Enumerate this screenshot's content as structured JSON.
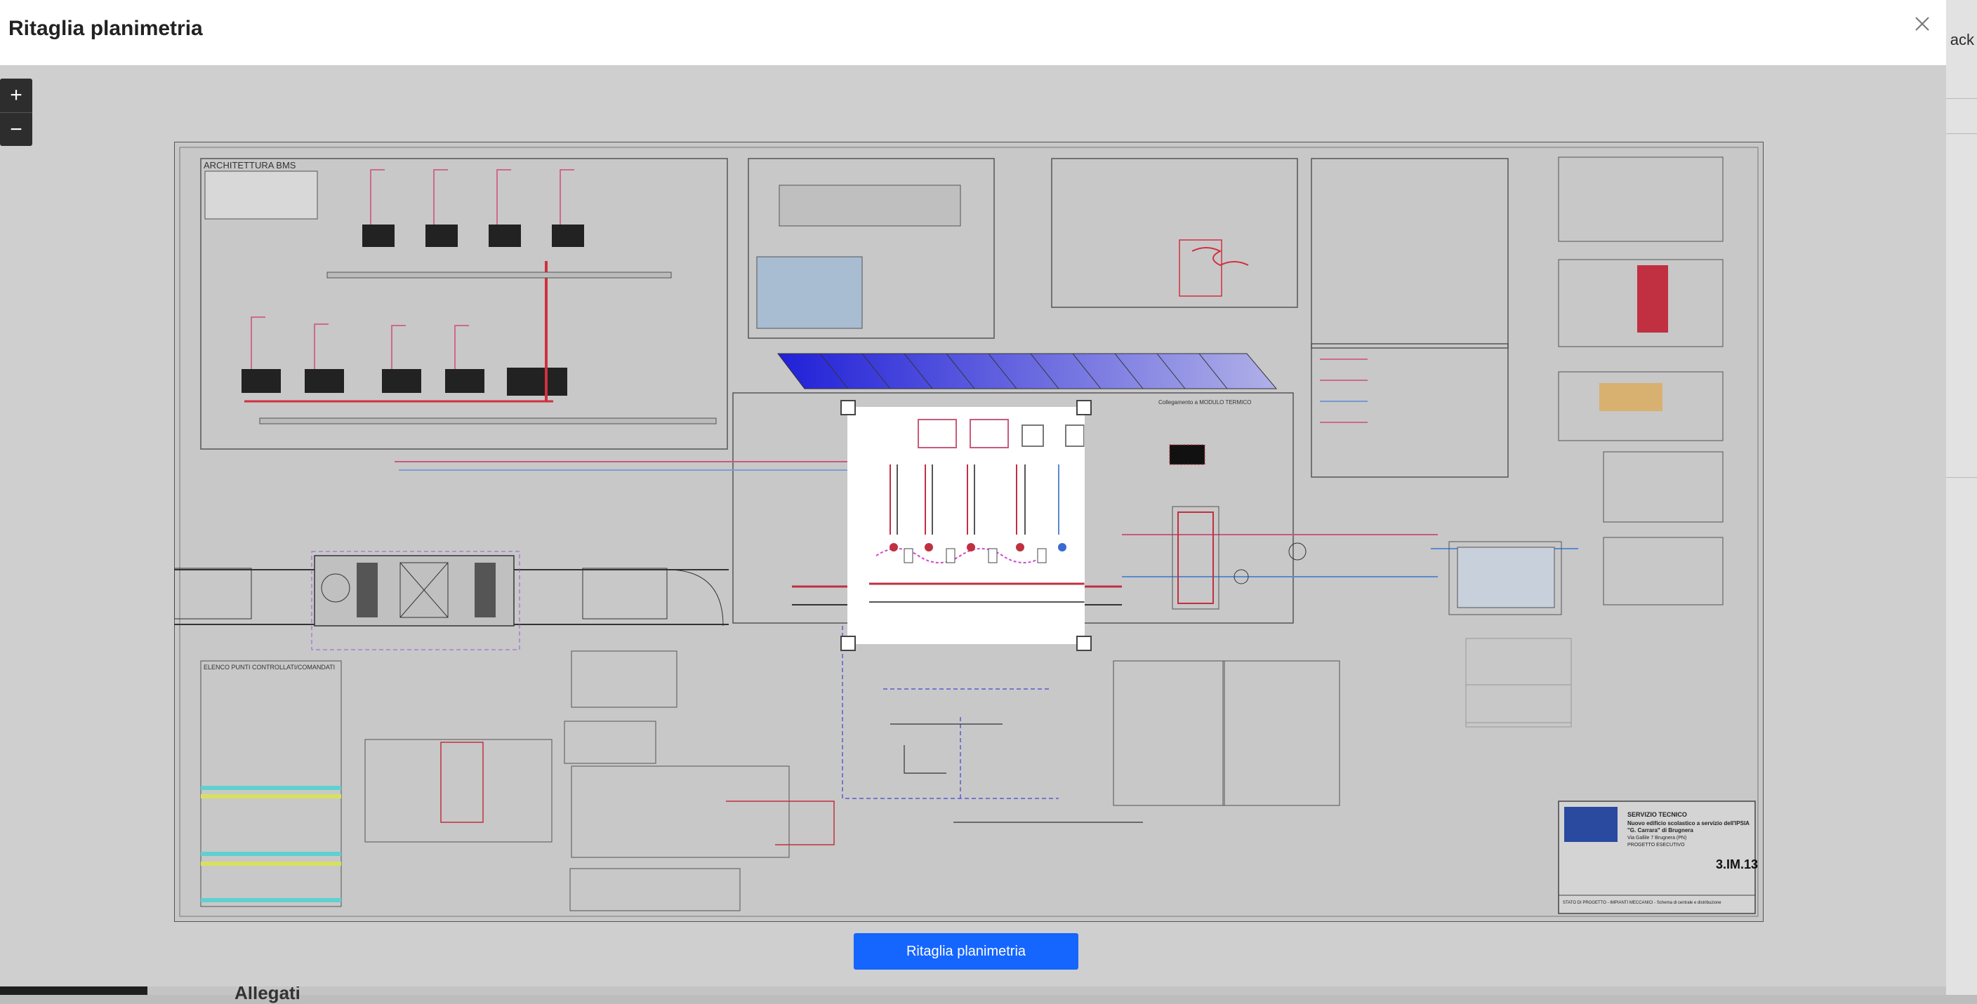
{
  "modal": {
    "title": "Ritaglia planimetria",
    "crop_button_label": "Ritaglia planimetria"
  },
  "zoom": {
    "in_label": "+",
    "out_label": "−"
  },
  "background": {
    "back_link": "ack",
    "section_heading": "Allegati"
  },
  "plan": {
    "bms_title": "ARCHITETTURA BMS",
    "points_title": "ELENCO PUNTI CONTROLLATI/COMANDATI",
    "circuit_label": "Collegamento a MODULO TERMICO",
    "sheet_code": "3.IM.13",
    "title_block": [
      "SERVIZIO TECNICO",
      "Nuovo edificio scolastico a servizio dell'IPSIA",
      "\"G. Carrara\" di Brugnera",
      "Via Gallile 7 Brugnera (PN)",
      "PROGETTO ESECUTIVO"
    ],
    "status_line": "STATO DI PROGETTO - IMPIANTI MECCANICI - Schema di centrale e distribuzione"
  },
  "colors": {
    "accent": "#1565ff",
    "zoom_bg": "#2d2d2d",
    "header_bg": "#ffffff",
    "overlay_bg": "#cfcfcf"
  }
}
